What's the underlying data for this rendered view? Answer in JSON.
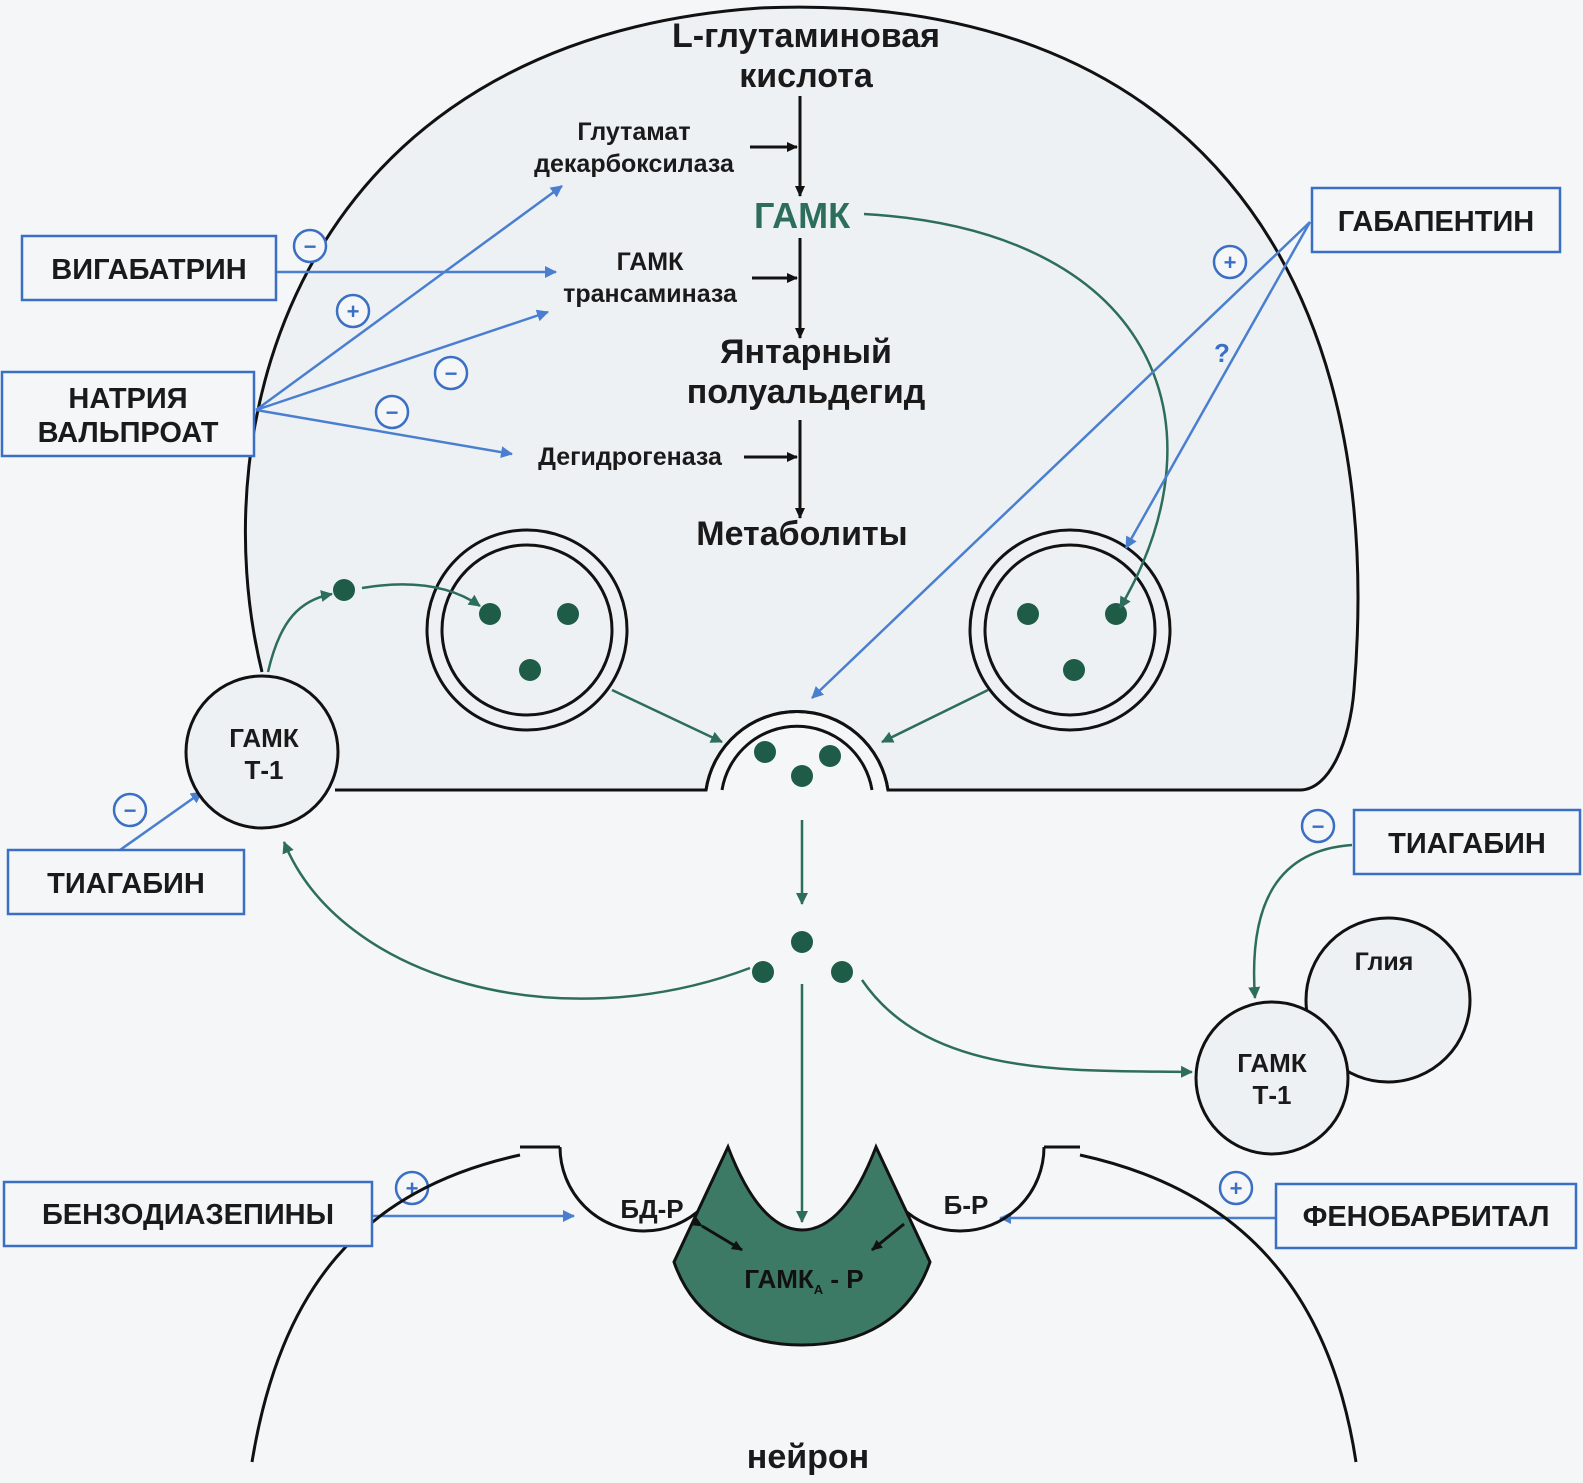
{
  "pathway": {
    "substrate_line1": "L-глутаминовая",
    "substrate_line2": "кислота",
    "enzyme1_line1": "Глутамат",
    "enzyme1_line2": "декарбоксилаза",
    "gaba": "ГАМК",
    "enzyme2_line1": "ГАМК",
    "enzyme2_line2": "трансаминаза",
    "product_line1": "Янтарный",
    "product_line2": "полуальдегид",
    "enzyme3": "Дегидрогеназа",
    "end": "Метаболиты"
  },
  "drugs": {
    "vigabatrin": "ВИГАБАТРИН",
    "valproate_line1": "НАТРИЯ",
    "valproate_line2": "ВАЛЬПРОАТ",
    "tiagabine_left": "ТИАГАБИН",
    "tiagabine_right": "ТИАГАБИН",
    "gabapentin": "ГАБАПЕНТИН",
    "benzodiazepines": "БЕНЗОДИАЗЕПИНЫ",
    "phenobarbital": "ФЕНОБАРБИТАЛ"
  },
  "transporters": {
    "left_line1": "ГАМК",
    "left_line2": "Т-1",
    "right_line1": "ГАМК",
    "right_line2": "Т-1"
  },
  "glia": "Глия",
  "receptors": {
    "bd": "БД-Р",
    "b": "Б-Р",
    "gaba_a_main": "ГАМК",
    "gaba_a_sub": "А",
    "gaba_a_suffix": " - Р"
  },
  "neuron": "нейрон",
  "signs": {
    "minus": "−",
    "plus": "+",
    "question": "?"
  },
  "colors": {
    "green": "#2d6e5a",
    "blue": "#4a7fd0",
    "receptor_fill": "#3d7a66"
  }
}
